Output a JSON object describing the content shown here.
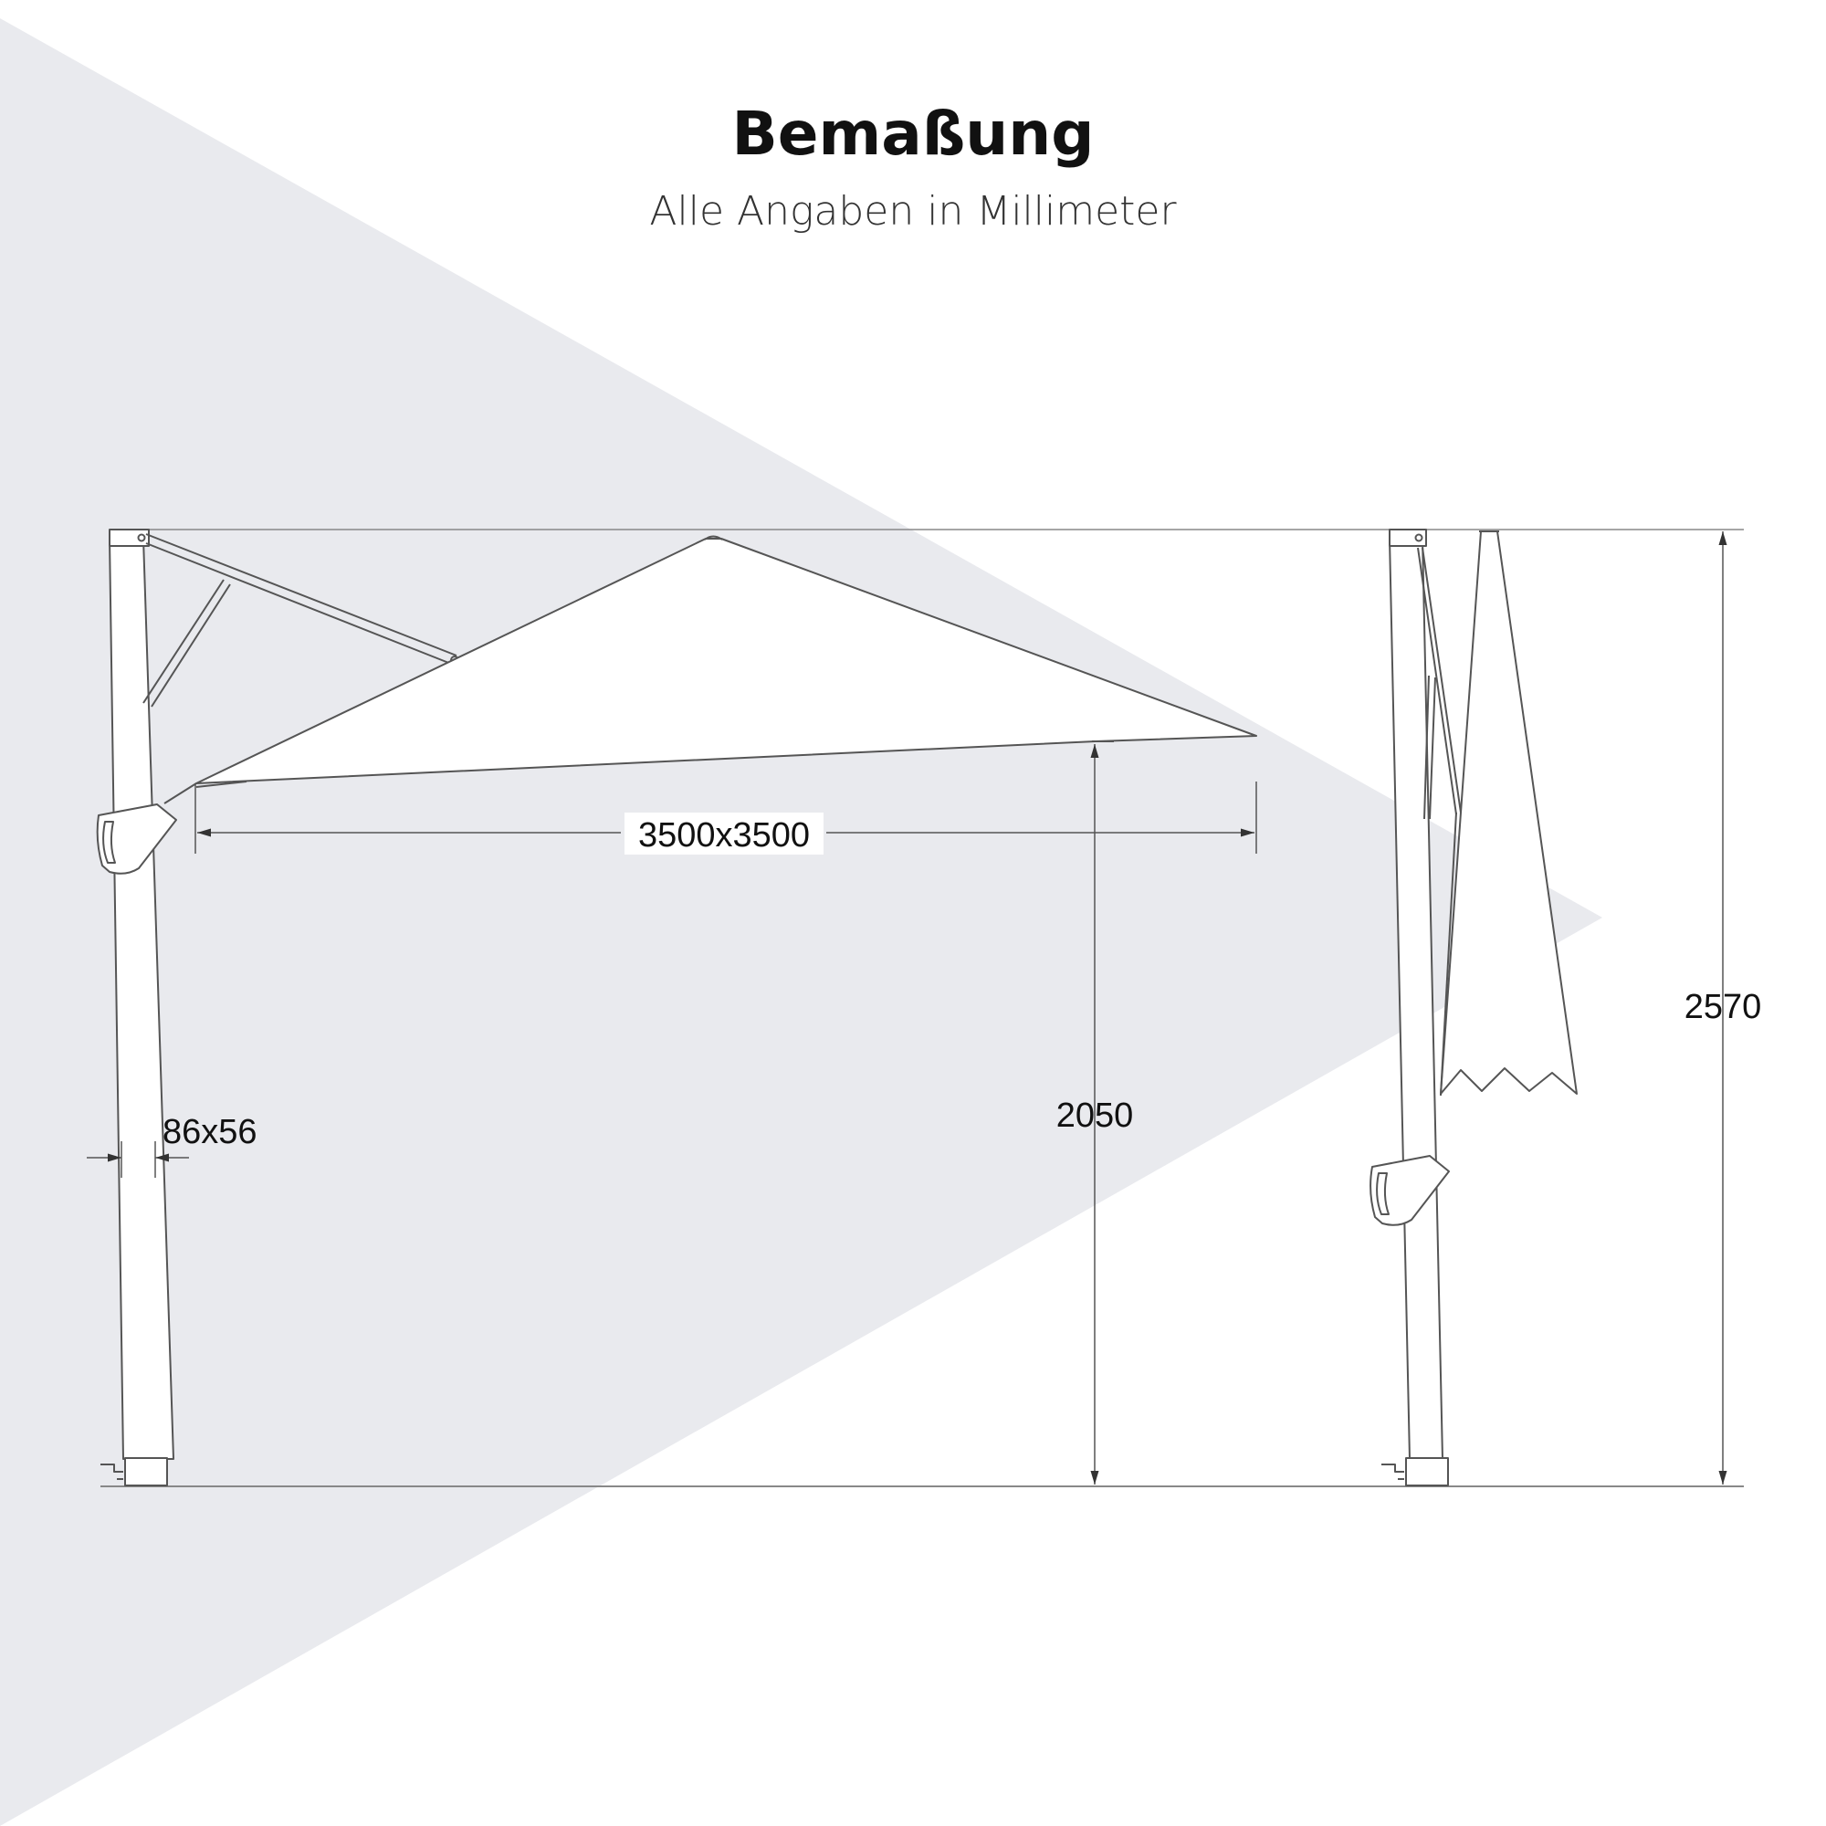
{
  "header": {
    "title": "Bemaßung",
    "subtitle": "Alle Angaben in Millimeter"
  },
  "dimensions": {
    "canopy": "3500x3500",
    "clearance_height": "2050",
    "total_height": "2570",
    "pole_profile": "86x56"
  },
  "colors": {
    "background_shape": "#e9eaee",
    "line": "#555555",
    "canopy_fill": "#ffffff"
  }
}
